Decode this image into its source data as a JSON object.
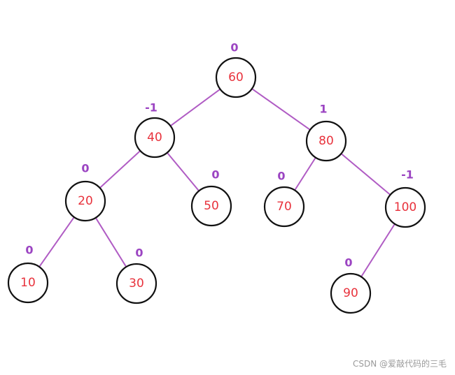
{
  "diagram": {
    "nodes": [
      {
        "id": "n60",
        "value": "60",
        "balance": "0"
      },
      {
        "id": "n40",
        "value": "40",
        "balance": "-1"
      },
      {
        "id": "n80",
        "value": "80",
        "balance": "1"
      },
      {
        "id": "n20",
        "value": "20",
        "balance": "0"
      },
      {
        "id": "n50",
        "value": "50",
        "balance": "0"
      },
      {
        "id": "n70",
        "value": "70",
        "balance": "0"
      },
      {
        "id": "n100",
        "value": "100",
        "balance": "-1"
      },
      {
        "id": "n10",
        "value": "10",
        "balance": "0"
      },
      {
        "id": "n30",
        "value": "30",
        "balance": "0"
      },
      {
        "id": "n90",
        "value": "90",
        "balance": "0"
      }
    ],
    "edges": [
      {
        "from": "n60",
        "to": "n40"
      },
      {
        "from": "n60",
        "to": "n80"
      },
      {
        "from": "n40",
        "to": "n20"
      },
      {
        "from": "n40",
        "to": "n50"
      },
      {
        "from": "n80",
        "to": "n70"
      },
      {
        "from": "n80",
        "to": "n100"
      },
      {
        "from": "n20",
        "to": "n10"
      },
      {
        "from": "n20",
        "to": "n30"
      },
      {
        "from": "n100",
        "to": "n90"
      }
    ],
    "colors": {
      "edge": "#b05cc4",
      "value_text": "#e8323c",
      "balance_text": "#9b44c2",
      "node_border": "#111111"
    }
  },
  "watermark": "CSDN @爱敲代码的三毛"
}
